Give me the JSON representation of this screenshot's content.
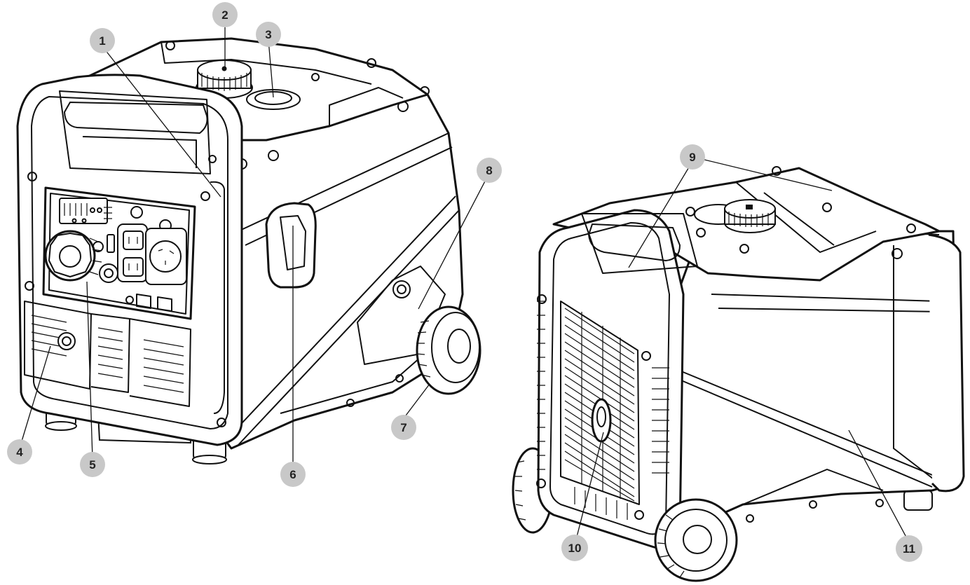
{
  "colors": {
    "line": "#111111",
    "callout_fill": "#c8c8c8",
    "callout_text": "#222222",
    "background": "#ffffff"
  },
  "callouts": [
    "1",
    "2",
    "3",
    "4",
    "5",
    "6",
    "7",
    "8",
    "9",
    "10",
    "11"
  ]
}
